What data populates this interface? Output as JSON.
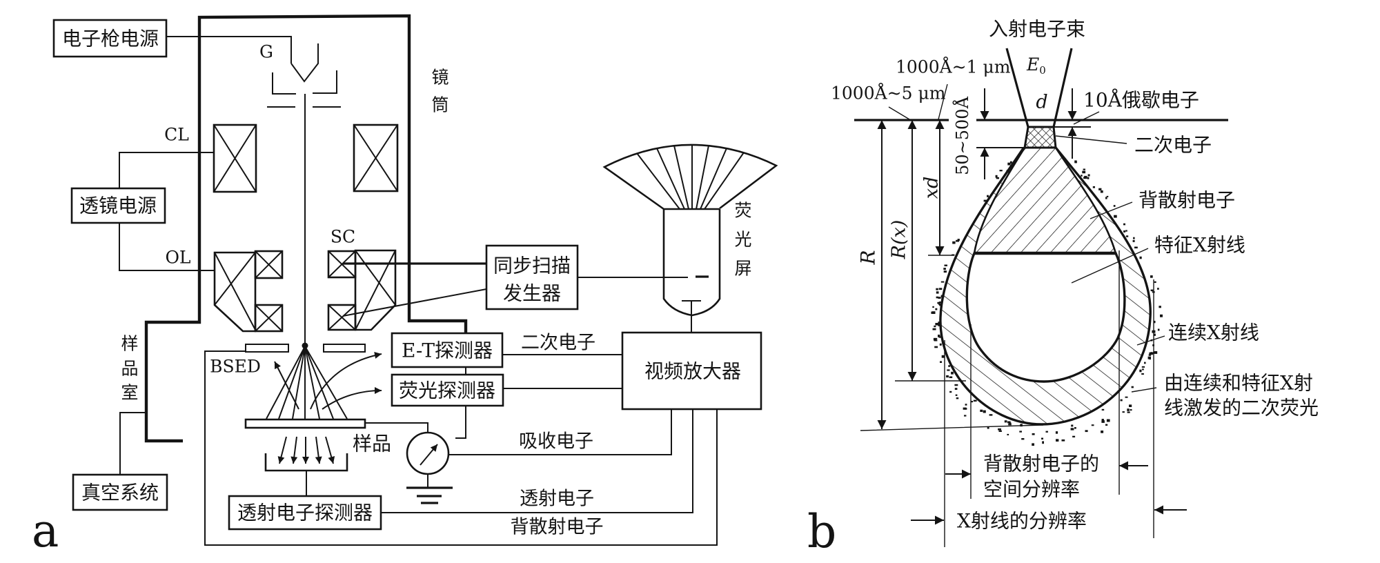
{
  "colors": {
    "ink": "#141414",
    "paper": "#ffffff"
  },
  "panel_a": {
    "label": "a",
    "gun_power_supply": "电子枪电源",
    "lens_power_supply": "透镜电源",
    "vacuum_system": "真空系统",
    "gun_label": "G",
    "column_label": [
      "镜",
      "筒"
    ],
    "condenser_lens_label": "CL",
    "objective_lens_label": "OL",
    "scan_coil_label": "SC",
    "specimen_chamber_label": [
      "样",
      "品",
      "室"
    ],
    "bsed_label": "BSED",
    "specimen_label": "样品",
    "scan_generator": [
      "同步扫描",
      "发生器"
    ],
    "screen_label": [
      "荧",
      "光",
      "屏"
    ],
    "et_detector": "E-T探测器",
    "fluorescence_detector": "荧光探测器",
    "video_amplifier": "视频放大器",
    "transmission_detector": "透射电子探测器",
    "signals": {
      "secondary": "二次电子",
      "absorbed": "吸收电子",
      "transmitted": "透射电子",
      "backscattered": "背散射电子"
    }
  },
  "panel_b": {
    "label": "b",
    "incident_beam": "入射电子束",
    "beam_energy": {
      "symbol": "E",
      "subscript": "0"
    },
    "dimensions": {
      "xd_range": "1000Å~1 μm",
      "Rx_range": "1000Å~5 μm",
      "secondary_depth": "50~500Å",
      "beam_diameter": "d",
      "auger": "10Å俄歇电子"
    },
    "axes": {
      "R": "R",
      "Rx": "R(x)",
      "xd": "xd"
    },
    "regions": {
      "secondary": "二次电子",
      "backscattered": "背散射电子",
      "characteristic_xray": "特征X射线",
      "continuous_xray": "连续X射线",
      "secondary_fluorescence": [
        "由连续和特征X射",
        "线激发的二次荧光"
      ]
    },
    "resolution": {
      "backscattered": [
        "背散射电子的",
        "空间分辨率"
      ],
      "xray": "X射线的分辨率"
    }
  }
}
